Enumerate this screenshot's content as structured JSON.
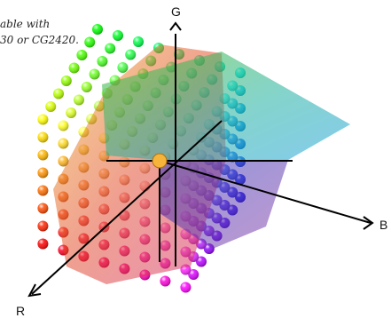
{
  "caption": {
    "line1": "able with",
    "line2": "30 or CG2420."
  },
  "axes": {
    "g_label": "G",
    "b_label": "B",
    "r_label": "R"
  },
  "colors": {
    "origin": "#ffffff",
    "r_axis": "#ff0000",
    "g_axis": "#00ff00",
    "b_axis": "#0000ff",
    "center_sphere": "#f6b43a",
    "axis_line": "#000000"
  },
  "lattice": {
    "steps": 8
  }
}
